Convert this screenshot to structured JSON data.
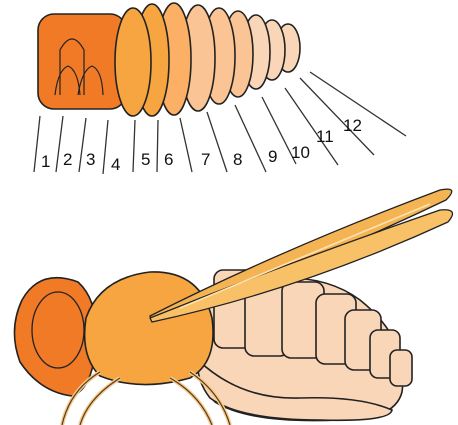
{
  "segment_labels": [
    "1",
    "2",
    "3",
    "4",
    "5",
    "6",
    "7",
    "8",
    "9",
    "10",
    "11",
    "12"
  ],
  "colors": {
    "head": "#f07a26",
    "thorax": "#f7a540",
    "abdomen_dark": "#fbb065",
    "abdomen_mid": "#fbc495",
    "abdomen_light": "#fad6b8",
    "wing": "#f5b453",
    "outline": "#222222",
    "leg": "#f3c98d"
  }
}
